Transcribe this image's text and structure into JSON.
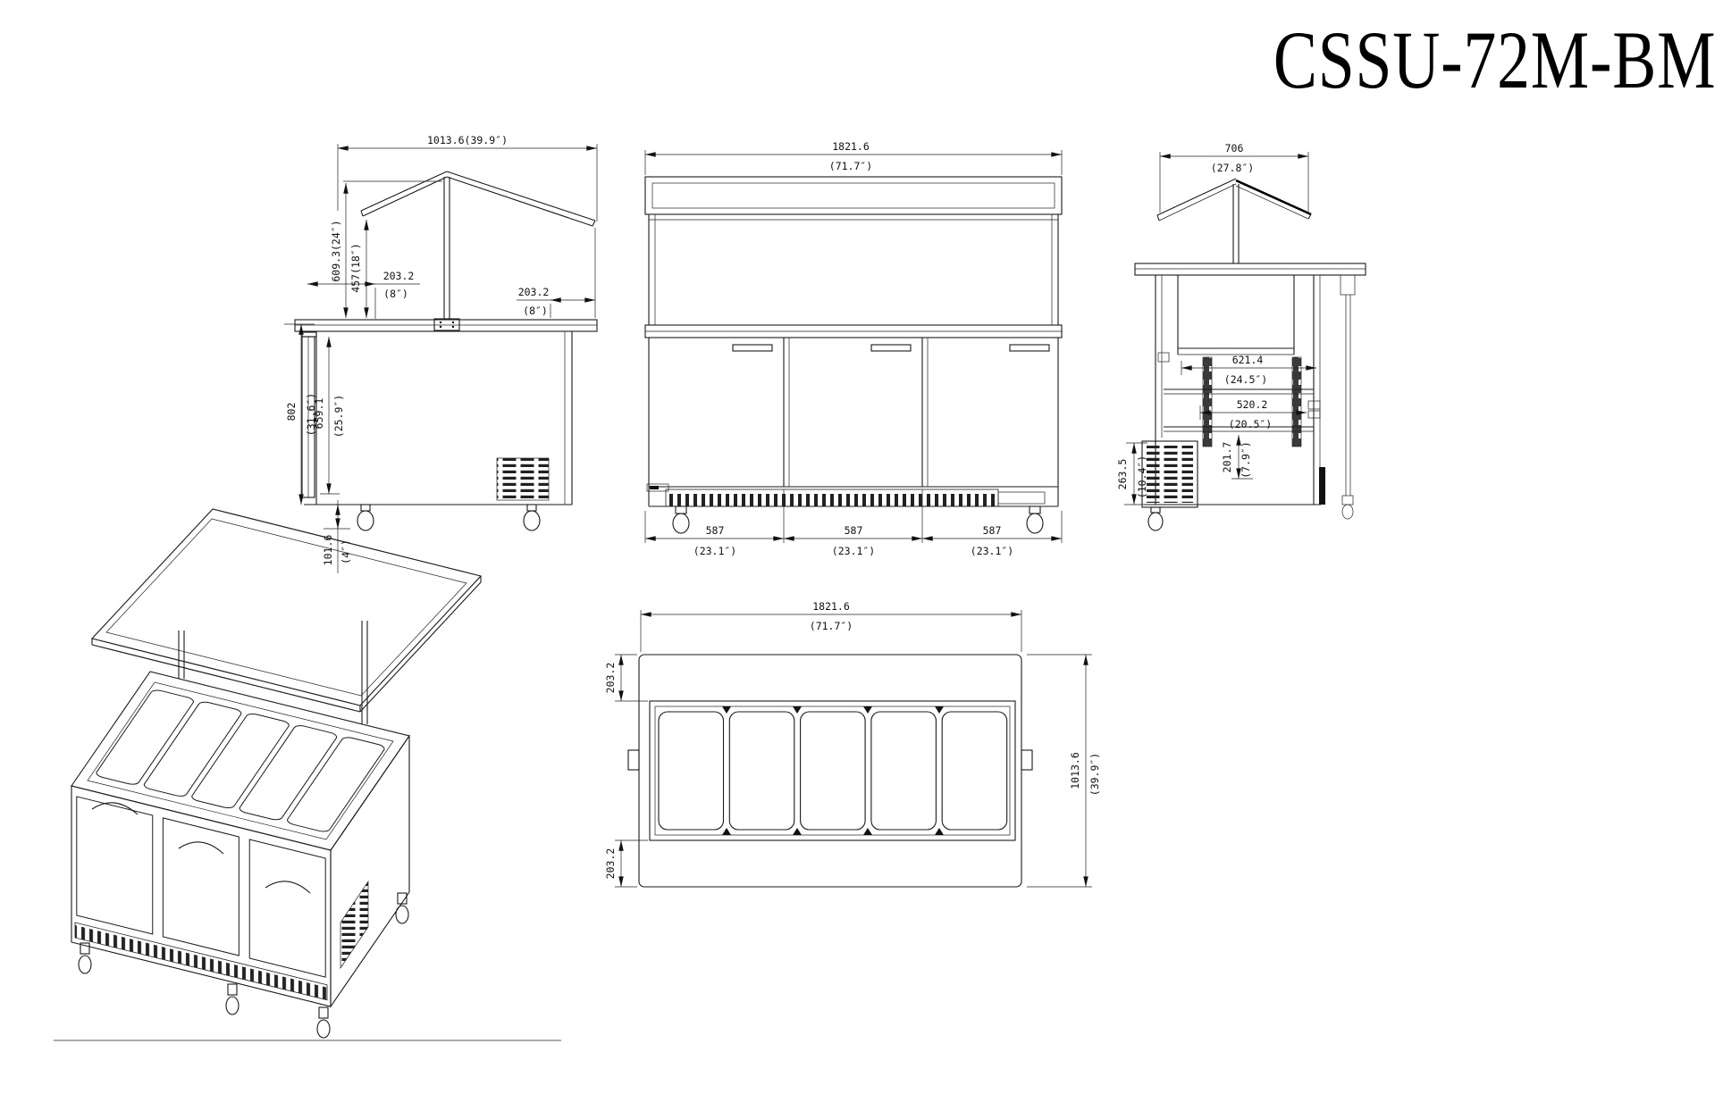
{
  "title": "CSSU-72M-BM",
  "side": {
    "overall": "1013.6(39.9″)",
    "canopy_h": "609.3(24″)",
    "glass_h": "457(18″)",
    "oh_l_mm": "203.2",
    "oh_l_in": "(8″)",
    "oh_r_mm": "203.2",
    "oh_r_in": "(8″)",
    "body_mm": "802",
    "body_in": "(31.6″)",
    "door_mm": "659.1",
    "door_in": "(25.9″)",
    "leg_mm": "101.6",
    "leg_in": "(4″)"
  },
  "front": {
    "w_mm": "1821.6",
    "w_in": "(71.7″)",
    "d_mm": "587",
    "d_in": "(23.1″)"
  },
  "end": {
    "depth_mm": "706",
    "depth_in": "(27.8″)",
    "d1_mm": "621.4",
    "d1_in": "(24.5″)",
    "d2_mm": "520.2",
    "d2_in": "(20.5″)",
    "d3_mm": "201.7",
    "d3_in": "(7.9″)",
    "d4_mm": "263.5",
    "d4_in": "(10.4″)"
  },
  "plan": {
    "w_mm": "1821.6",
    "w_in": "(71.7″)",
    "rail_top": "203.2",
    "rail_bottom": "203.2",
    "depth_mm": "1013.6",
    "depth_in": "(39.9″)"
  },
  "colors": {
    "line": "#1a1a1a",
    "background": "#ffffff"
  }
}
